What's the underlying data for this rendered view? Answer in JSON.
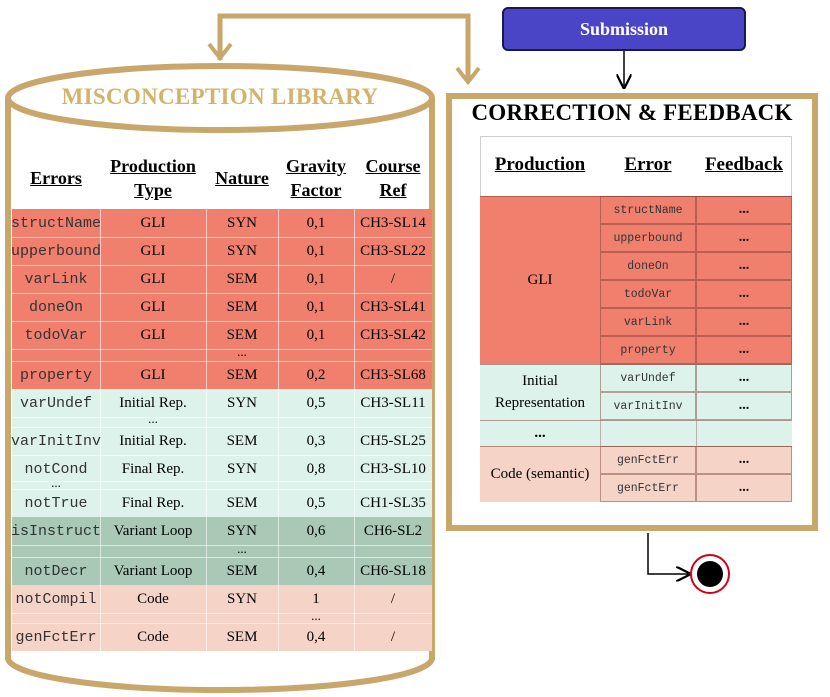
{
  "library": {
    "title": "MISCONCEPTION LIBRARY",
    "headers": {
      "errors": "Errors",
      "production_type": "Production Type",
      "nature": "Nature",
      "gravity_factor": "Gravity Factor",
      "course_ref": "Course Ref"
    },
    "rows": [
      {
        "error": "structName",
        "production": "GLI",
        "nature": "SYN",
        "gravity": "0,1",
        "ref": "CH3-SL14",
        "group": "gli"
      },
      {
        "error": "upperbound",
        "production": "GLI",
        "nature": "SYN",
        "gravity": "0,1",
        "ref": "CH3-SL22",
        "group": "gli"
      },
      {
        "error": "varLink",
        "production": "GLI",
        "nature": "SEM",
        "gravity": "0,1",
        "ref": "/",
        "group": "gli"
      },
      {
        "error": "doneOn",
        "production": "GLI",
        "nature": "SEM",
        "gravity": "0,1",
        "ref": "CH3-SL41",
        "group": "gli"
      },
      {
        "error": "todoVar",
        "production": "GLI",
        "nature": "SEM",
        "gravity": "0,1",
        "ref": "CH3-SL42",
        "group": "gli"
      },
      {
        "error": "property",
        "production": "GLI",
        "nature": "SEM",
        "gravity": "0,2",
        "ref": "CH3-SL68",
        "group": "gli"
      },
      {
        "error": "varUndef",
        "production": "Initial Rep.",
        "nature": "SYN",
        "gravity": "0,5",
        "ref": "CH3-SL11",
        "group": "rep"
      },
      {
        "error": "varInitInv",
        "production": "Initial Rep.",
        "nature": "SEM",
        "gravity": "0,3",
        "ref": "CH5-SL25",
        "group": "rep"
      },
      {
        "error": "notCond",
        "production": "Final Rep.",
        "nature": "SYN",
        "gravity": "0,8",
        "ref": "CH3-SL10",
        "group": "rep"
      },
      {
        "error": "notTrue",
        "production": "Final Rep.",
        "nature": "SEM",
        "gravity": "0,5",
        "ref": "CH1-SL35",
        "group": "rep"
      },
      {
        "error": "isInstruct",
        "production": "Variant Loop",
        "nature": "SYN",
        "gravity": "0,6",
        "ref": "CH6-SL2",
        "group": "loop"
      },
      {
        "error": "notDecr",
        "production": "Variant Loop",
        "nature": "SEM",
        "gravity": "0,4",
        "ref": "CH6-SL18",
        "group": "loop"
      },
      {
        "error": "notCompil",
        "production": "Code",
        "nature": "SYN",
        "gravity": "1",
        "ref": "/",
        "group": "code"
      },
      {
        "error": "genFctErr",
        "production": "Code",
        "nature": "SEM",
        "gravity": "0,4",
        "ref": "/",
        "group": "code"
      }
    ],
    "ellipsis": "..."
  },
  "submission": {
    "label": "Submission"
  },
  "correction": {
    "title": "CORRECTION & FEEDBACK",
    "headers": {
      "production": "Production",
      "error": "Error",
      "feedback": "Feedback"
    },
    "groups": [
      {
        "production": "GLI",
        "errors": [
          "structName",
          "upperbound",
          "doneOn",
          "todoVar",
          "varLink",
          "property"
        ]
      },
      {
        "production": "Initial Representation",
        "errors": [
          "varUndef",
          "varInitInv"
        ]
      },
      {
        "production": "...",
        "errors": []
      },
      {
        "production": "Code (semantic)",
        "errors": [
          "genFctErr",
          "genFctErr"
        ]
      }
    ],
    "feedback": "..."
  },
  "colors": {
    "gold": "#c9a66a",
    "gli": "#f07f6e",
    "rep": "#dcf2ea",
    "loop": "#a9c8b6",
    "code": "#f5d3c7",
    "submission": "#4a44c7",
    "end_node": "#d0021b"
  }
}
